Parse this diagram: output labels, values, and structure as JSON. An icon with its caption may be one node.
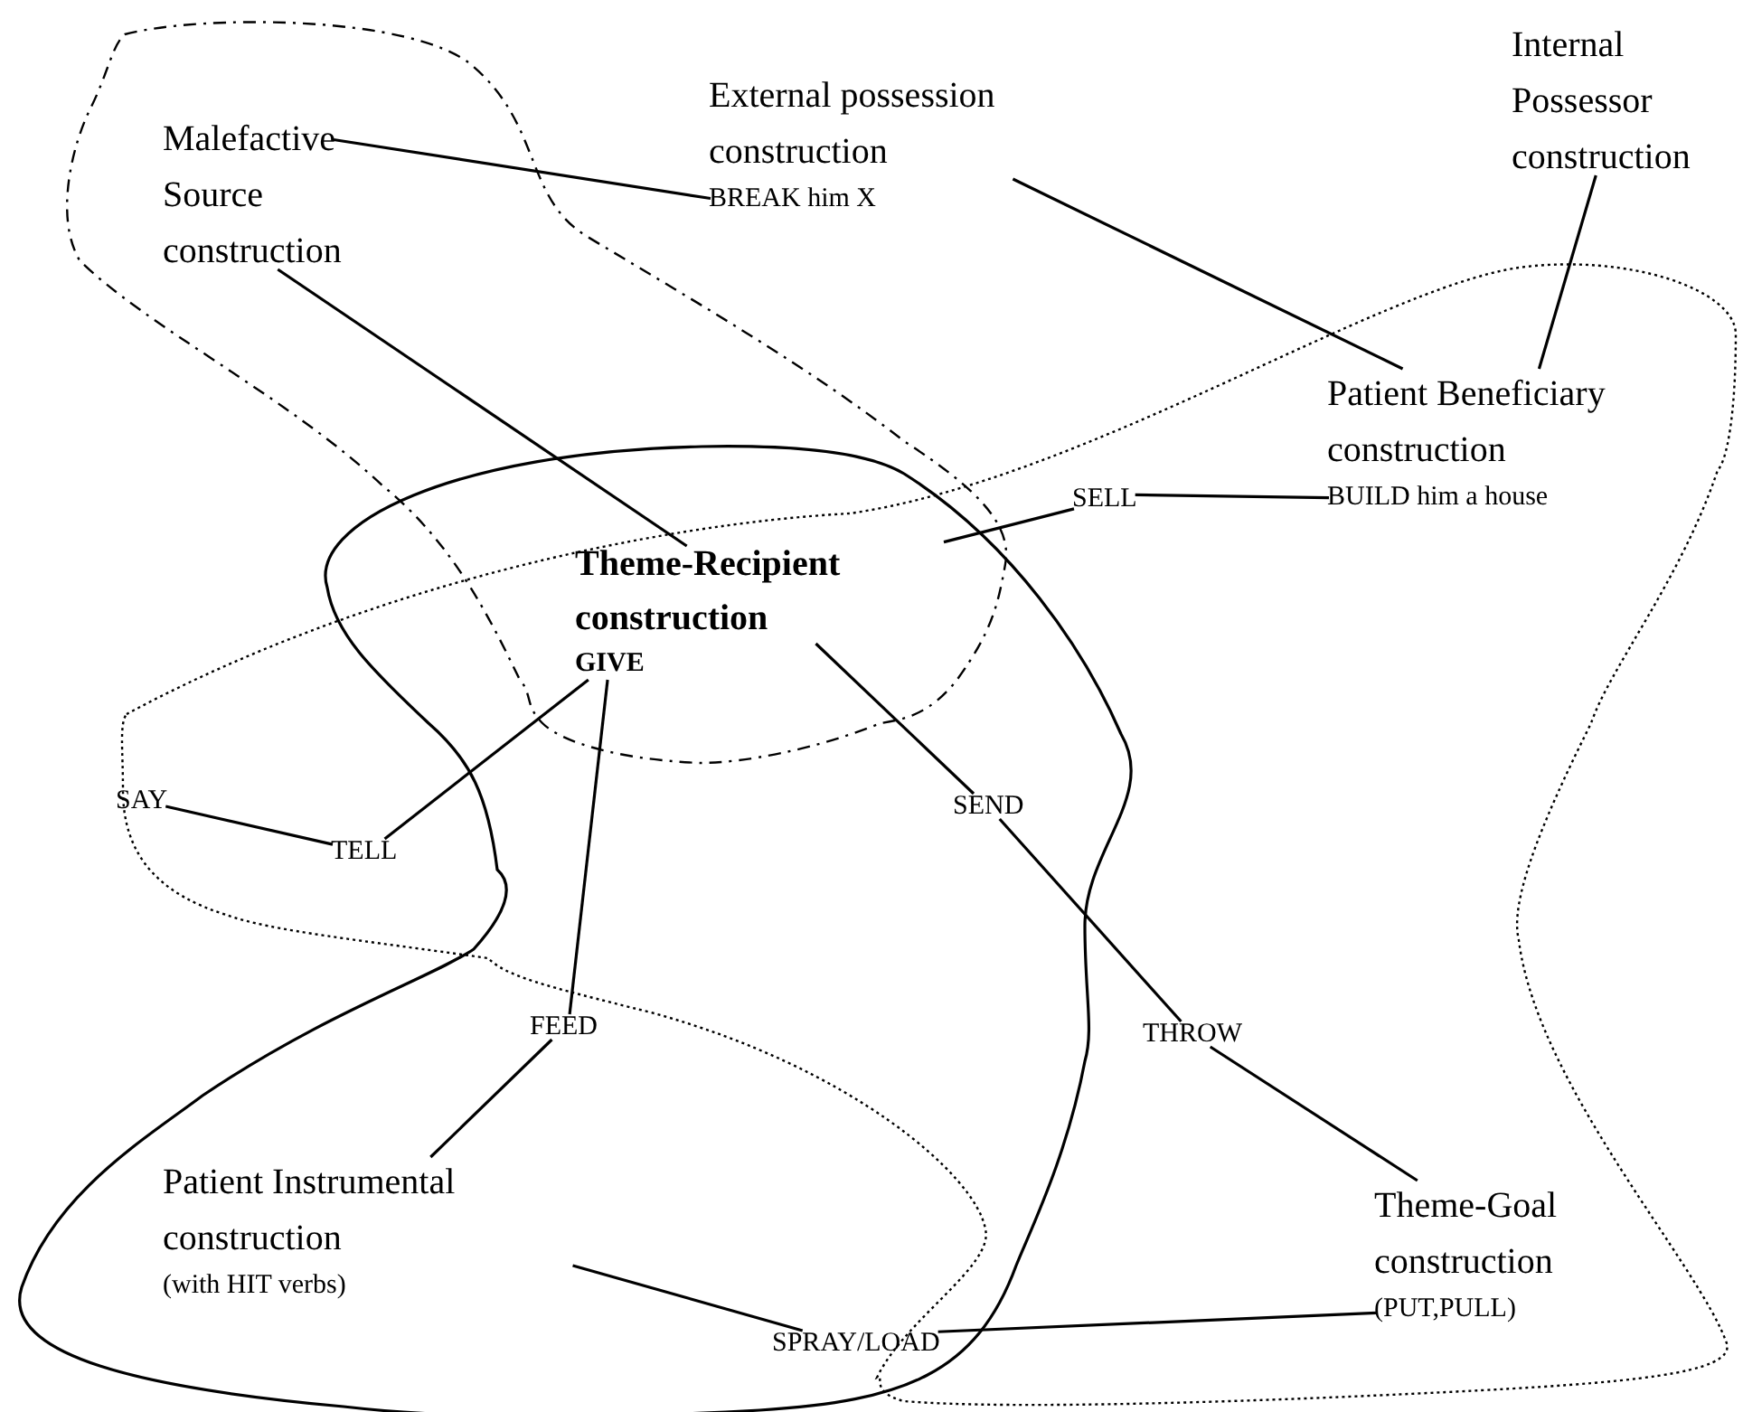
{
  "diagram": {
    "nodes": [
      {
        "text": [
          "Malefactive Source construction"
        ]
      },
      {
        "text": [
          "External possession construction",
          "BREAK him X"
        ]
      },
      {
        "text": [
          "Internal Possessor construction"
        ]
      },
      {
        "text": [
          "Patient Beneficiary construction",
          "BUILD him a house"
        ]
      },
      {
        "text": [
          "SELL"
        ]
      },
      {
        "text": [
          "Theme-Recipient construction",
          "GIVE"
        ]
      },
      {
        "text": [
          "SAY"
        ]
      },
      {
        "text": [
          "TELL"
        ]
      },
      {
        "text": [
          "SEND"
        ]
      },
      {
        "text": [
          "FEED"
        ]
      },
      {
        "text": [
          "THROW"
        ]
      },
      {
        "text": [
          "Patient Instrumental construction",
          "(with HIT verbs)"
        ]
      },
      {
        "text": [
          "Theme-Goal construction",
          "(PUT,PULL)"
        ]
      },
      {
        "text": [
          "SPRAY/LOAD"
        ]
      }
    ],
    "edges": [
      {
        "from": 0,
        "to": 1,
        "arrow": "none"
      },
      {
        "from": 1,
        "to": 3,
        "arrow": "none"
      },
      {
        "from": 2,
        "to": 3,
        "arrow": "none"
      },
      {
        "from": 0,
        "to": 5,
        "arrow": "none"
      },
      {
        "from": 3,
        "to": 4,
        "arrow": "none"
      },
      {
        "from": 4,
        "to": 5,
        "arrow": "none"
      },
      {
        "from": 5,
        "to": 7,
        "arrow": "none"
      },
      {
        "from": 6,
        "to": 7,
        "arrow": "none"
      },
      {
        "from": 5,
        "to": 9,
        "arrow": "none"
      },
      {
        "from": 5,
        "to": 8,
        "arrow": "none"
      },
      {
        "from": 8,
        "to": 10,
        "arrow": "none"
      },
      {
        "from": 9,
        "to": 11,
        "arrow": "none"
      },
      {
        "from": 11,
        "to": 13,
        "arrow": "none"
      },
      {
        "from": 10,
        "to": 12,
        "arrow": "none"
      },
      {
        "from": 12,
        "to": 13,
        "arrow": "none"
      }
    ]
  }
}
